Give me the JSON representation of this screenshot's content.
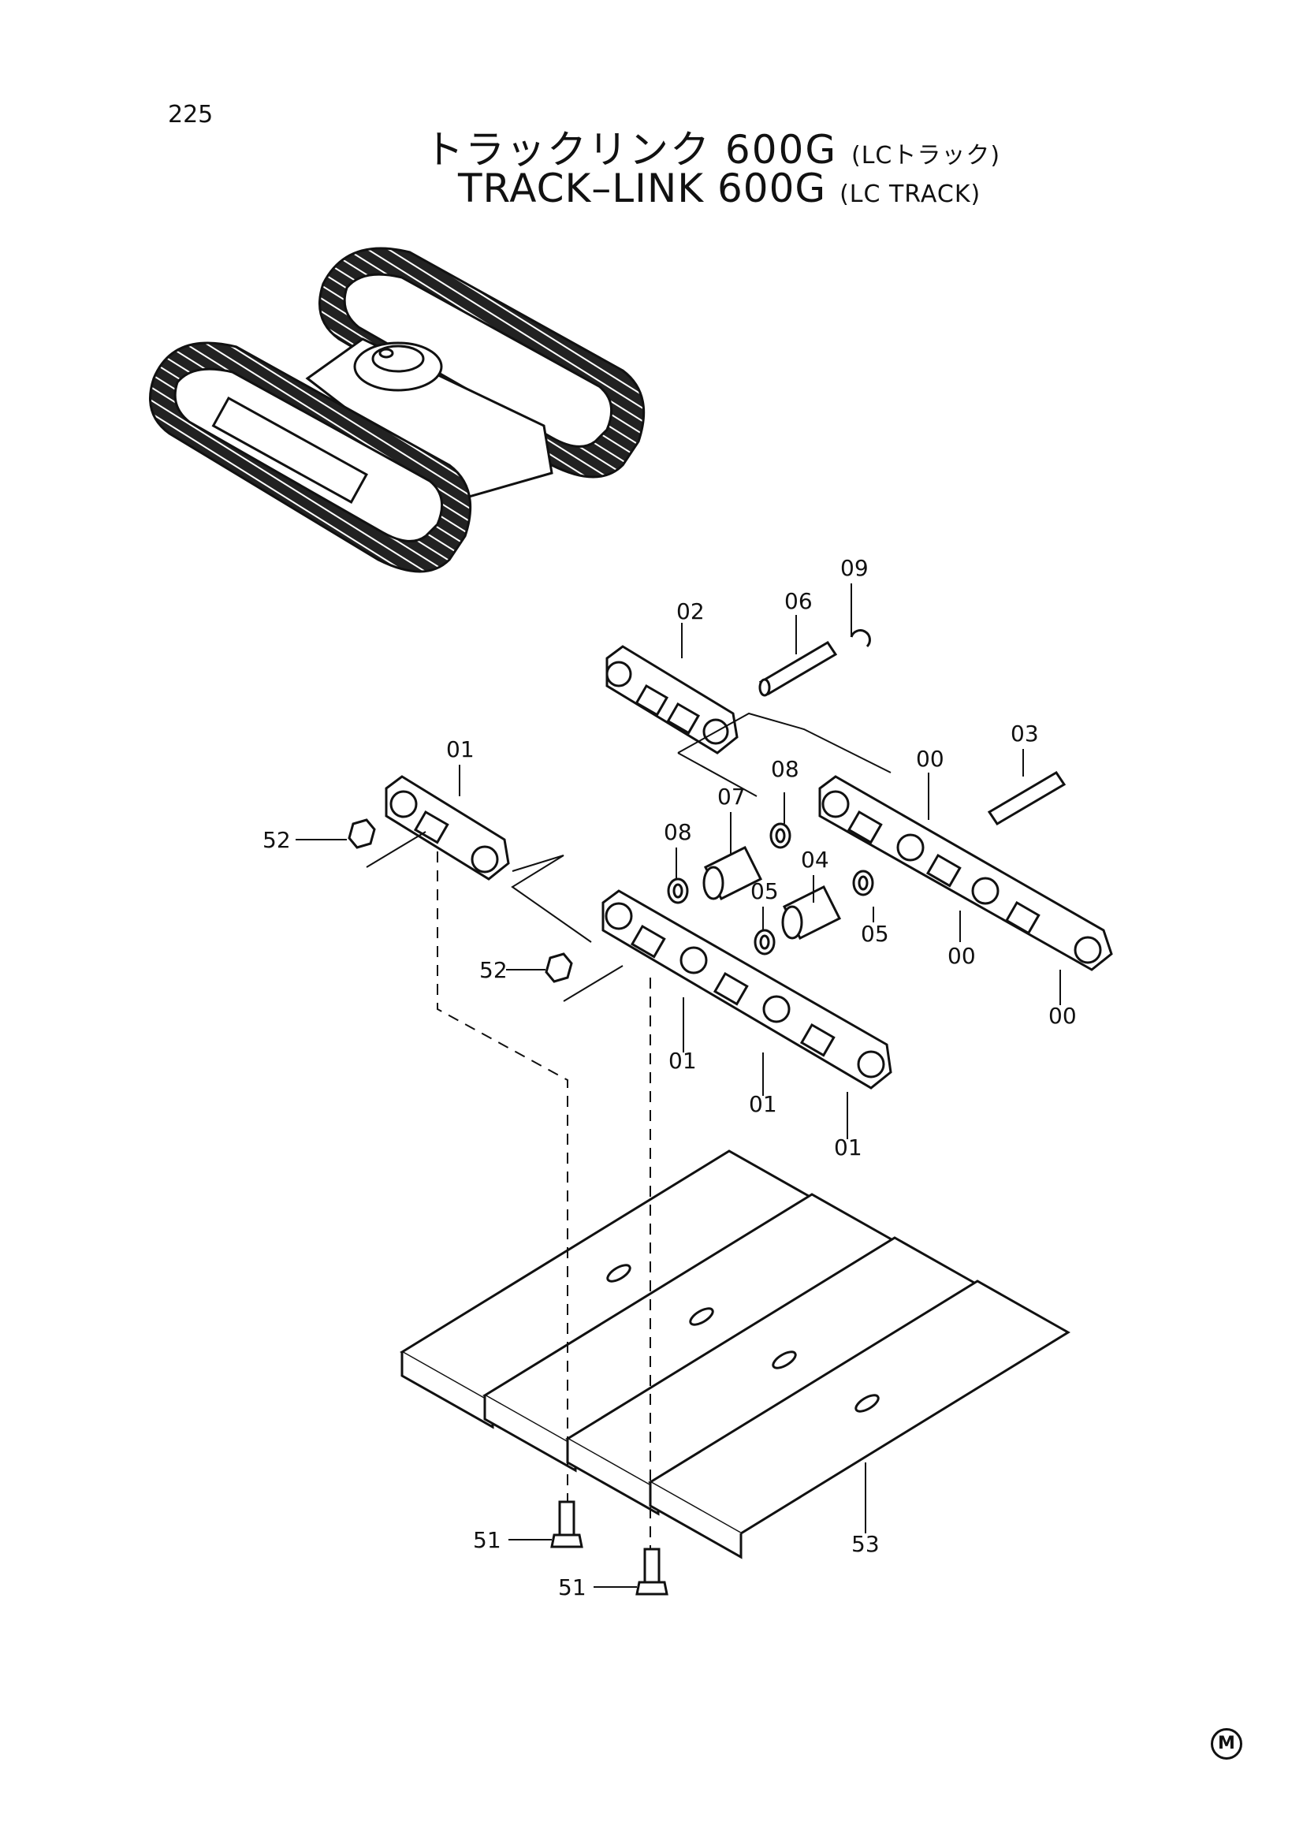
{
  "page_number": "225",
  "title_jp": "トラックリンク 600G",
  "title_jp_note": "(LCトラック)",
  "title_en": "TRACK–LINK 600G",
  "title_en_note": "(LC TRACK)",
  "corner_mark": "M",
  "labels": {
    "p00": "00",
    "p01": "01",
    "p02": "02",
    "p03": "03",
    "p04": "04",
    "p05": "05",
    "p06": "06",
    "p07": "07",
    "p08": "08",
    "p09": "09",
    "p51": "51",
    "p52": "52",
    "p53": "53"
  }
}
